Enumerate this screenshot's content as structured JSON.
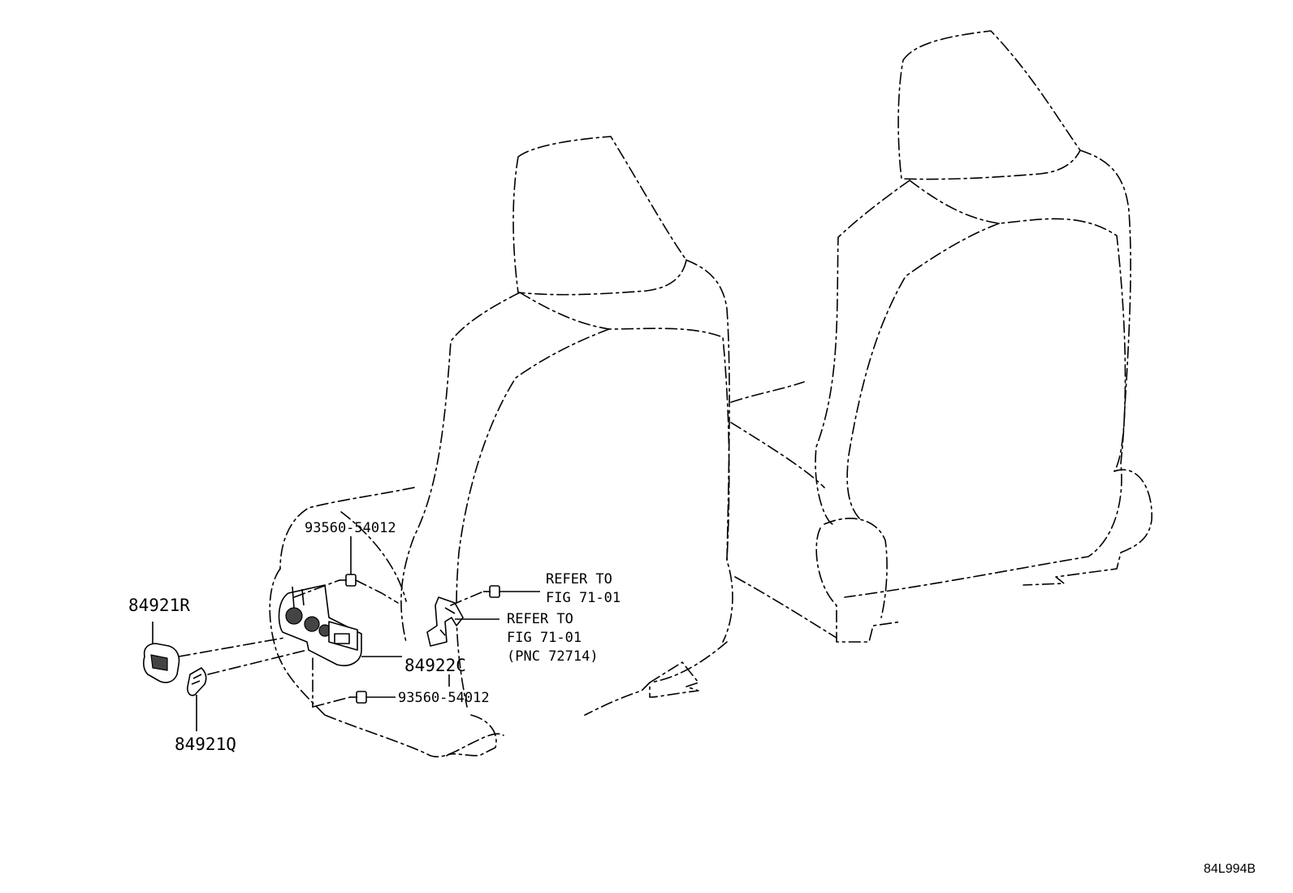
{
  "diagram": {
    "labels": {
      "bolt_upper": "93560-54012",
      "bolt_lower": "93560-54012",
      "refer_upper_line1": "REFER TO",
      "refer_upper_line2": "FIG 71-01",
      "refer_lower_line1": "REFER TO",
      "refer_lower_line2": "FIG 71-01",
      "refer_lower_line3": "(PNC 72714)",
      "part_84921R": "84921R",
      "part_84921Q": "84921Q",
      "part_84922C": "84922C"
    },
    "illustration_code": "84L994B"
  }
}
